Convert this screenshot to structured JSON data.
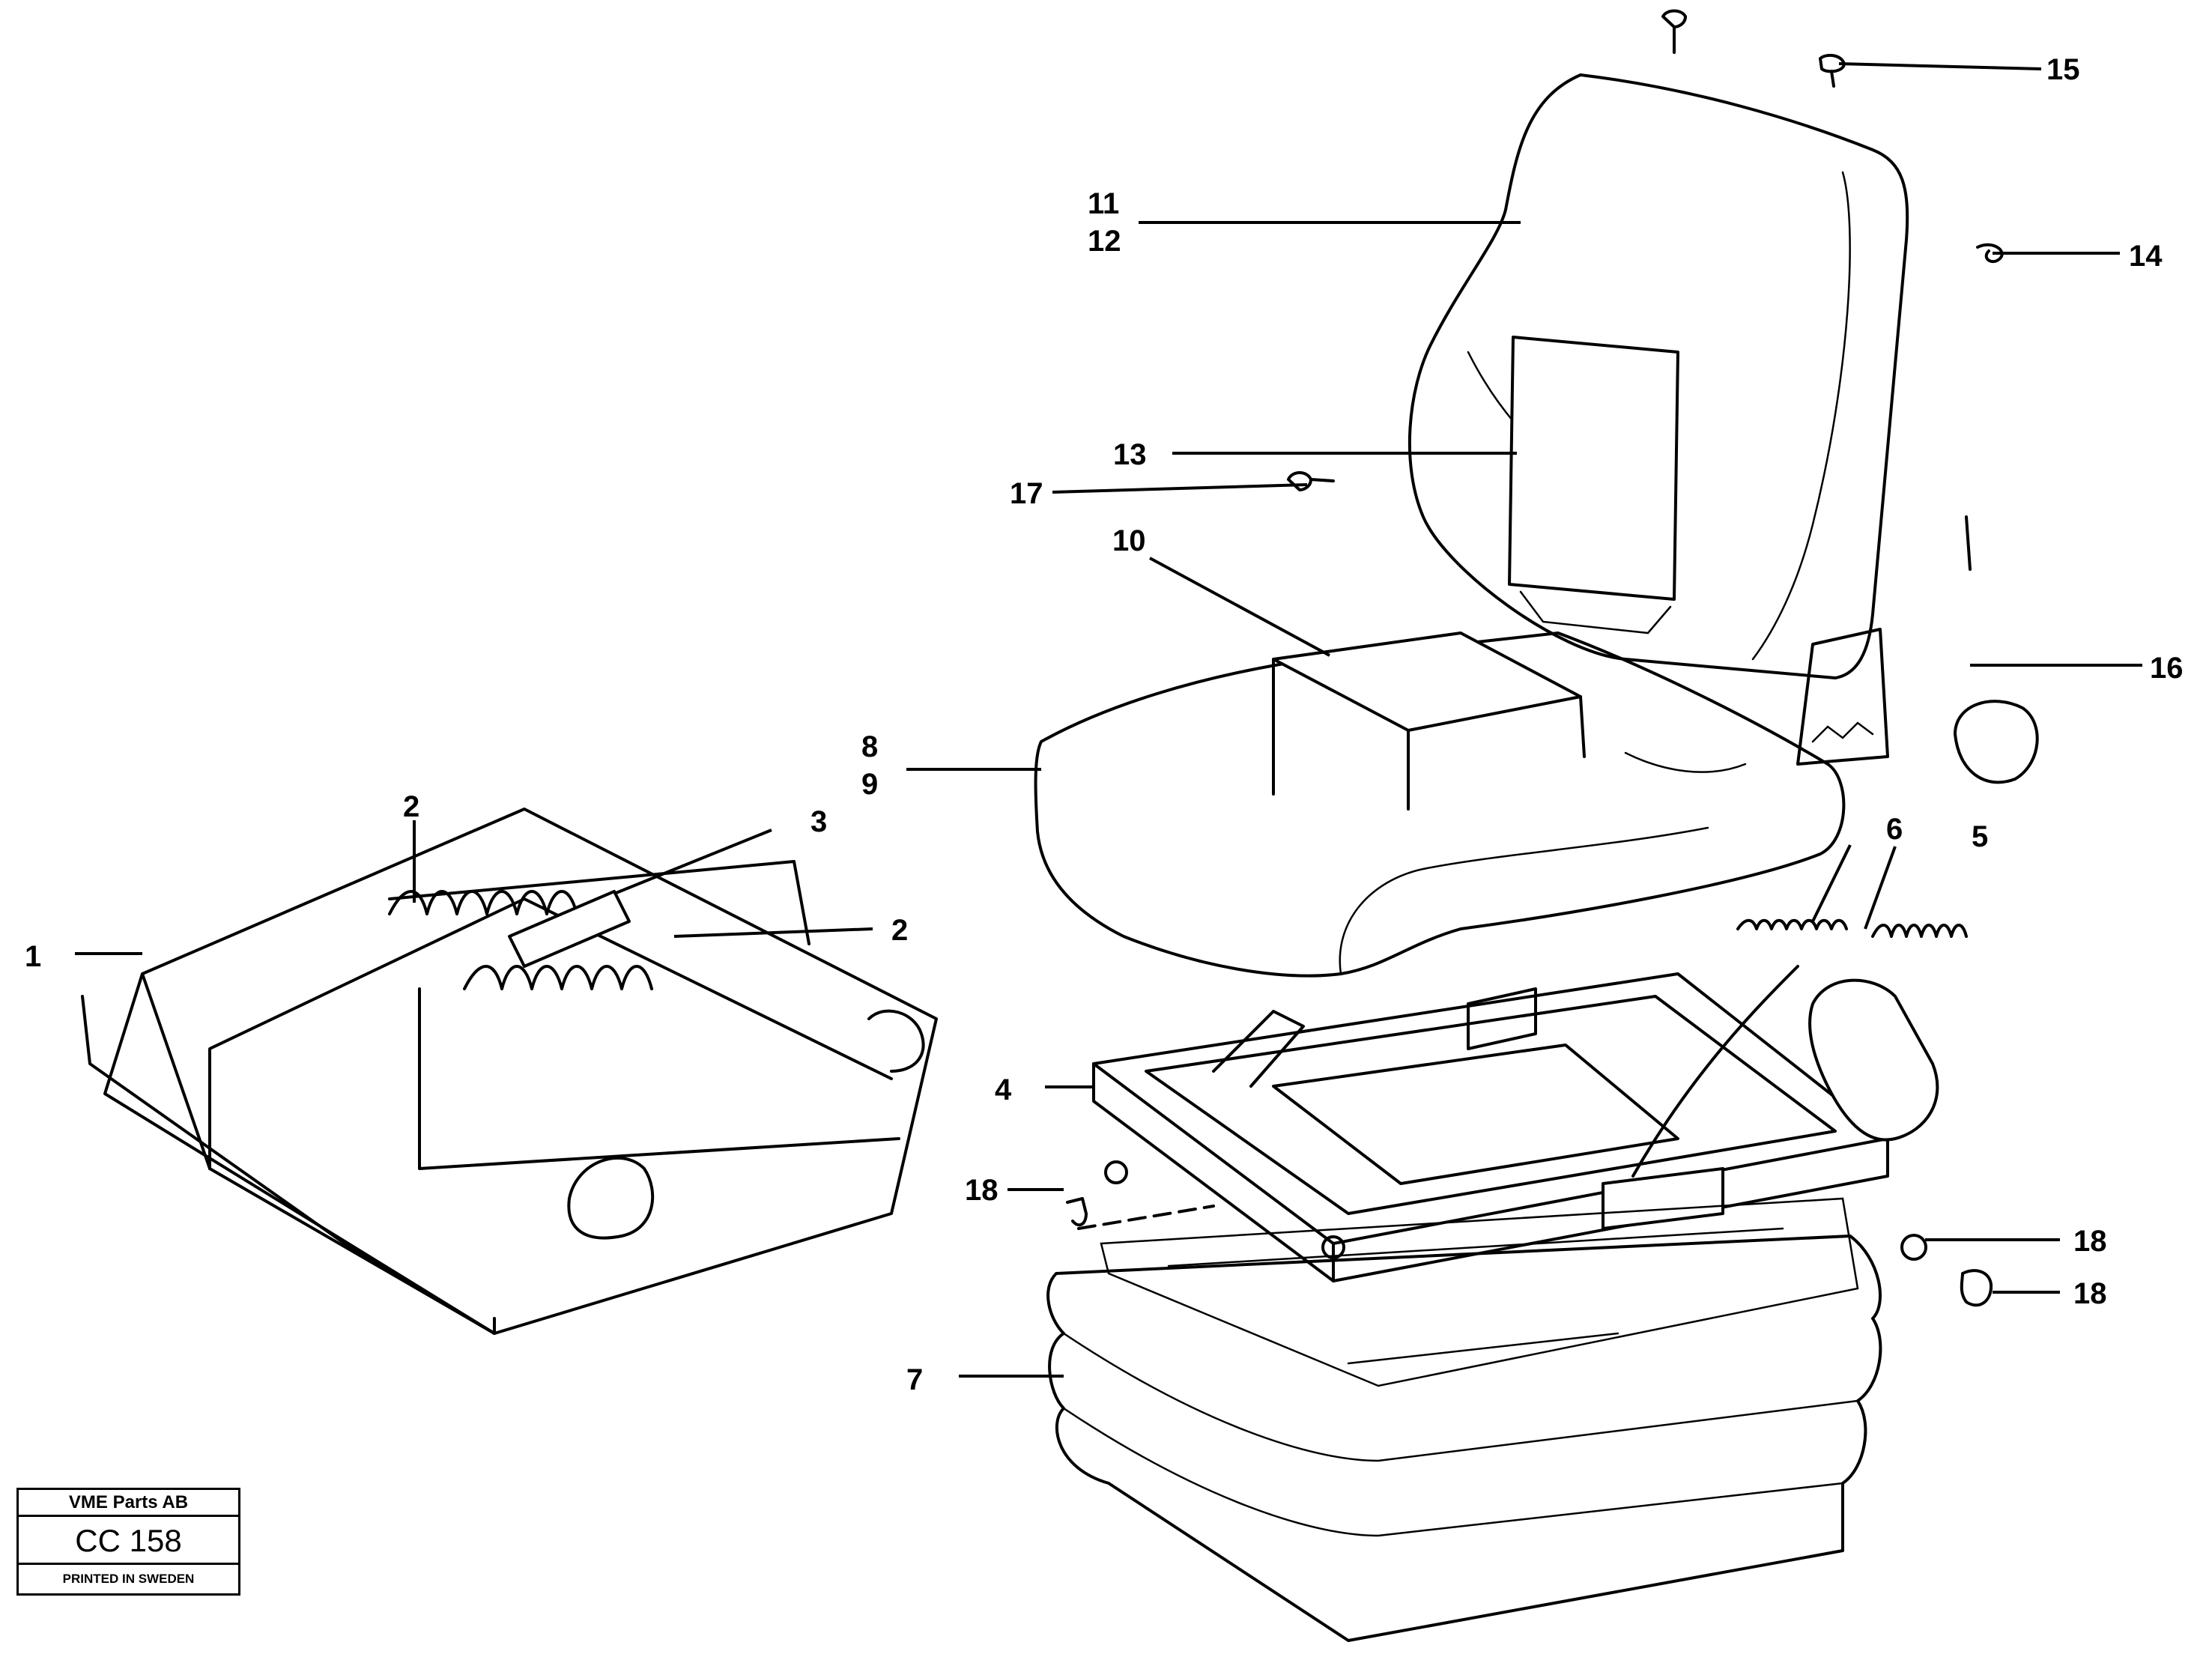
{
  "callouts": [
    {
      "id": "1",
      "label": "1"
    },
    {
      "id": "2a",
      "label": "2"
    },
    {
      "id": "2b",
      "label": "2"
    },
    {
      "id": "3",
      "label": "3"
    },
    {
      "id": "4",
      "label": "4"
    },
    {
      "id": "5",
      "label": "5"
    },
    {
      "id": "6",
      "label": "6"
    },
    {
      "id": "7",
      "label": "7"
    },
    {
      "id": "8",
      "label": "8"
    },
    {
      "id": "9",
      "label": "9"
    },
    {
      "id": "10",
      "label": "10"
    },
    {
      "id": "11",
      "label": "11"
    },
    {
      "id": "12",
      "label": "12"
    },
    {
      "id": "13",
      "label": "13"
    },
    {
      "id": "14",
      "label": "14"
    },
    {
      "id": "15",
      "label": "15"
    },
    {
      "id": "16",
      "label": "16"
    },
    {
      "id": "17",
      "label": "17"
    },
    {
      "id": "18a",
      "label": "18"
    },
    {
      "id": "18b",
      "label": "18"
    },
    {
      "id": "18c",
      "label": "18"
    }
  ],
  "stamp": {
    "company": "VME Parts AB",
    "code": "CC 158",
    "printed": "PRINTED IN SWEDEN"
  }
}
